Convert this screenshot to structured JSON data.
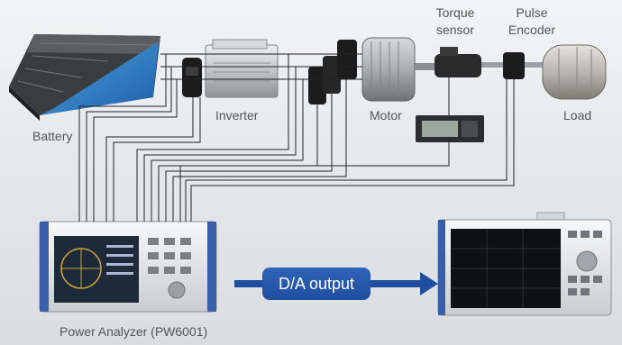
{
  "labels": {
    "battery": "Battery",
    "inverter": "Inverter",
    "motor": "Motor",
    "torque_sensor_line1": "Torque",
    "torque_sensor_line2": "sensor",
    "pulse_encoder_line1": "Pulse",
    "pulse_encoder_line2": "Encoder",
    "load": "Load",
    "power_analyzer": "Power Analyzer (PW6001)",
    "da_output": "D/A output"
  },
  "colors": {
    "wire": "#222222",
    "arrow": "#1f4e9f",
    "text": "#555555"
  }
}
